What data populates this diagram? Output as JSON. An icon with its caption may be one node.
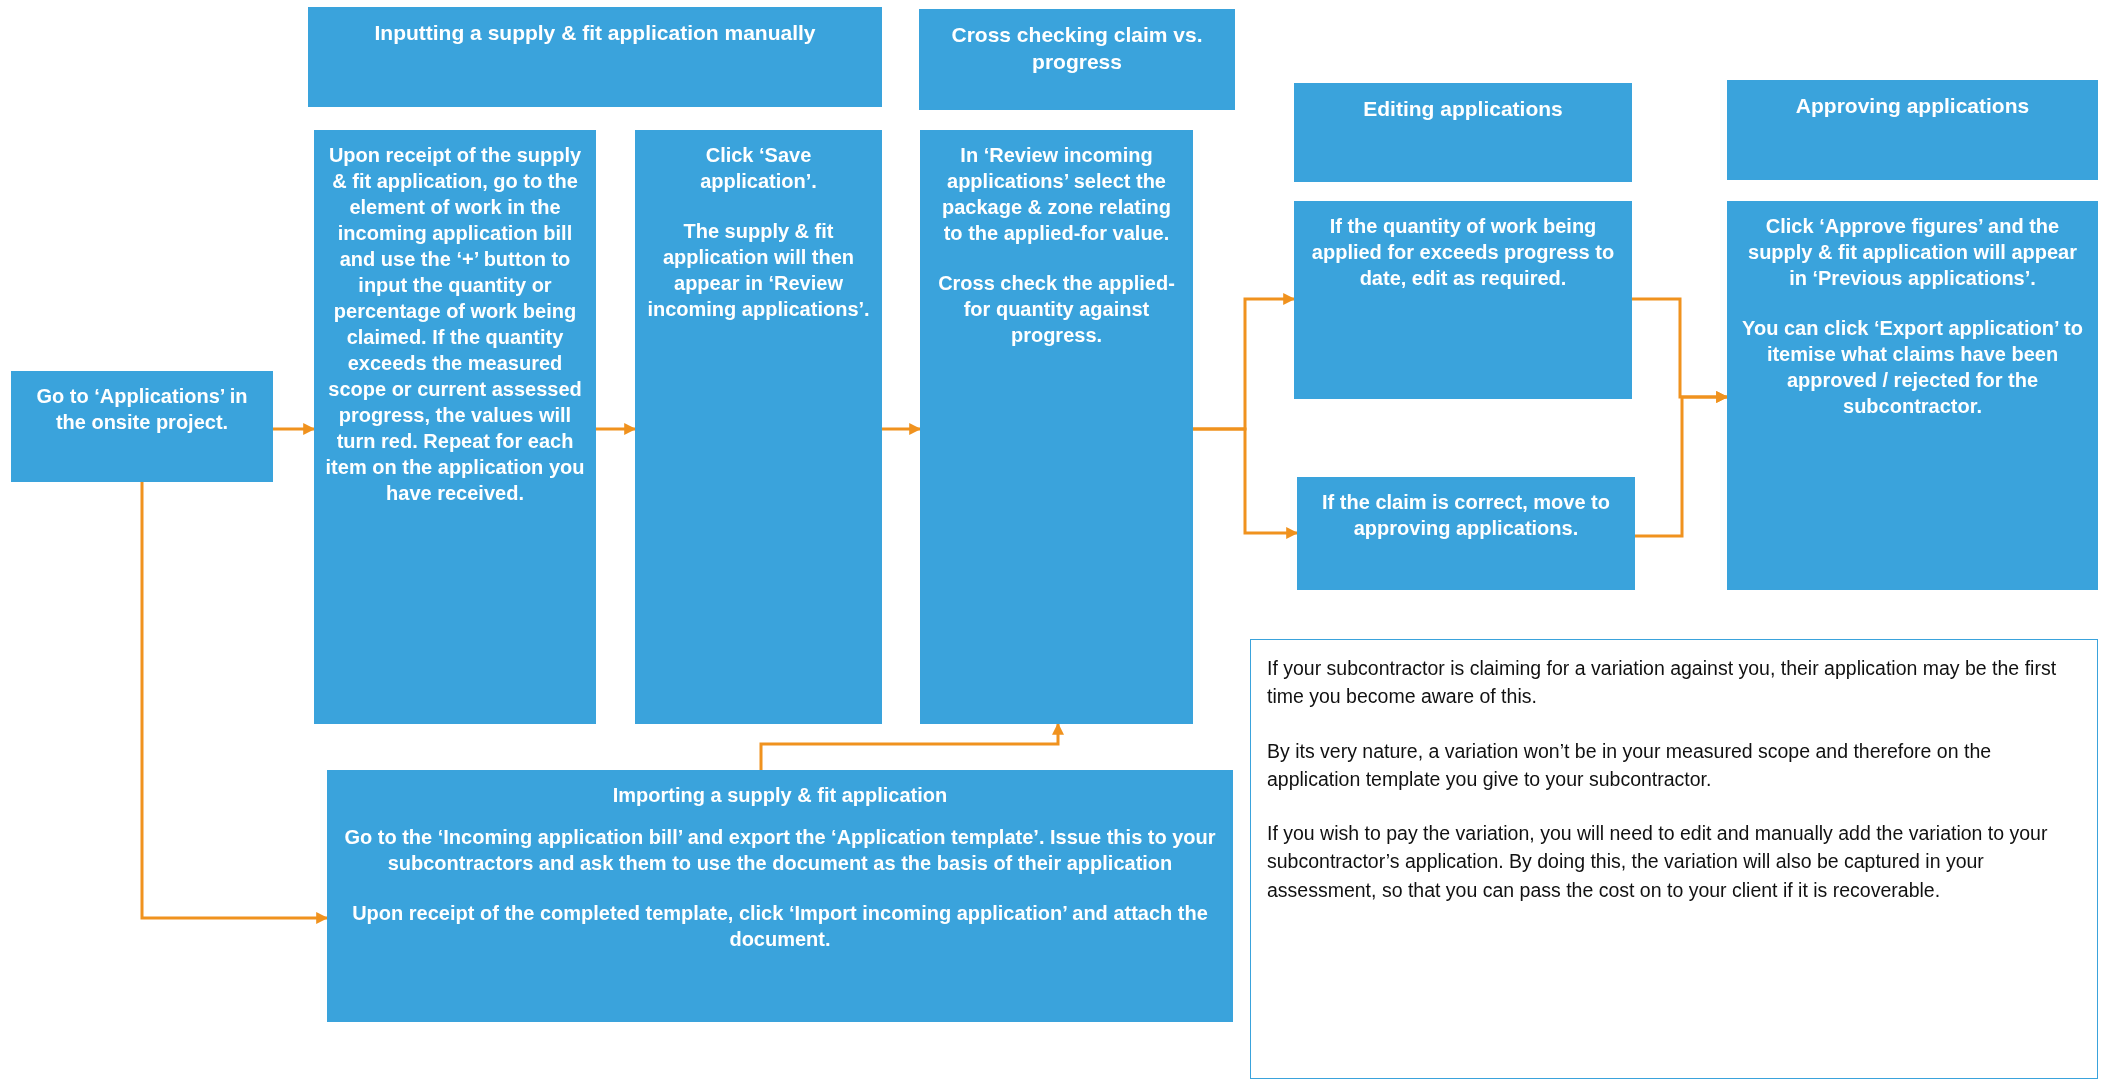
{
  "diagram": {
    "nodes": [
      {
        "text": [
          "Inputting a supply & fit application manually"
        ]
      },
      {
        "text": [
          "Cross checking claim vs. progress"
        ]
      },
      {
        "text": [
          "Editing applications"
        ]
      },
      {
        "text": [
          "Approving applications"
        ]
      },
      {
        "text": [
          "Go to ‘Applications’ in the onsite project."
        ]
      },
      {
        "text": [
          "Upon receipt of the supply & fit application, go to the element of work in the incoming application bill and use the ‘+’ button to input the quantity or percentage of work being claimed. If the quantity exceeds the measured scope or current assessed progress, the values will turn red. Repeat for each item on the application you have received."
        ]
      },
      {
        "text": [
          "Click ‘Save application’.",
          "The supply & fit application will then appear in ‘Review incoming applications’."
        ]
      },
      {
        "text": [
          "In ‘Review incoming applications’ select the package & zone relating to the applied-for value.",
          "Cross check the applied-for quantity against progress."
        ]
      },
      {
        "text": [
          "If the quantity of work being applied for exceeds progress to date, edit as required."
        ]
      },
      {
        "text": [
          "If the claim is correct, move to approving applications."
        ]
      },
      {
        "text": [
          "Click ‘Approve figures’ and the supply & fit application will appear in ‘Previous applications’.",
          "You can click ‘Export application’ to itemise what claims have been approved / rejected for the subcontractor."
        ]
      },
      {
        "text": [
          "Importing a supply & fit application",
          "Go to the ‘Incoming application bill’ and export the ‘Application template’. Issue this to your subcontractors and ask them to use the document as the basis of their application",
          "Upon receipt of the completed template, click ‘Import incoming application’ and attach the document."
        ]
      },
      {
        "text": [
          "If your subcontractor is claiming for a variation against you, their application may be the first time you become aware of this.",
          "By its very nature, a variation won’t be in your measured scope and therefore on the application template you give to your subcontractor.",
          "If you wish to pay the variation, you will need to edit and manually add the variation to your subcontractor’s application. By doing this, the variation will also be captured in your assessment, so that you can pass the cost on to your client if it is recoverable."
        ]
      }
    ],
    "edges": [
      {
        "from": 4,
        "to": 5,
        "arrow": "to"
      },
      {
        "from": 5,
        "to": 6,
        "arrow": "to"
      },
      {
        "from": 6,
        "to": 7,
        "arrow": "to"
      },
      {
        "from": 7,
        "to": 8,
        "arrow": "to"
      },
      {
        "from": 7,
        "to": 9,
        "arrow": "to"
      },
      {
        "from": 8,
        "to": 10,
        "arrow": "to"
      },
      {
        "from": 9,
        "to": 10,
        "arrow": "to"
      },
      {
        "from": 4,
        "to": 11,
        "arrow": "to"
      },
      {
        "from": 11,
        "to": 7,
        "arrow": "to"
      }
    ]
  }
}
